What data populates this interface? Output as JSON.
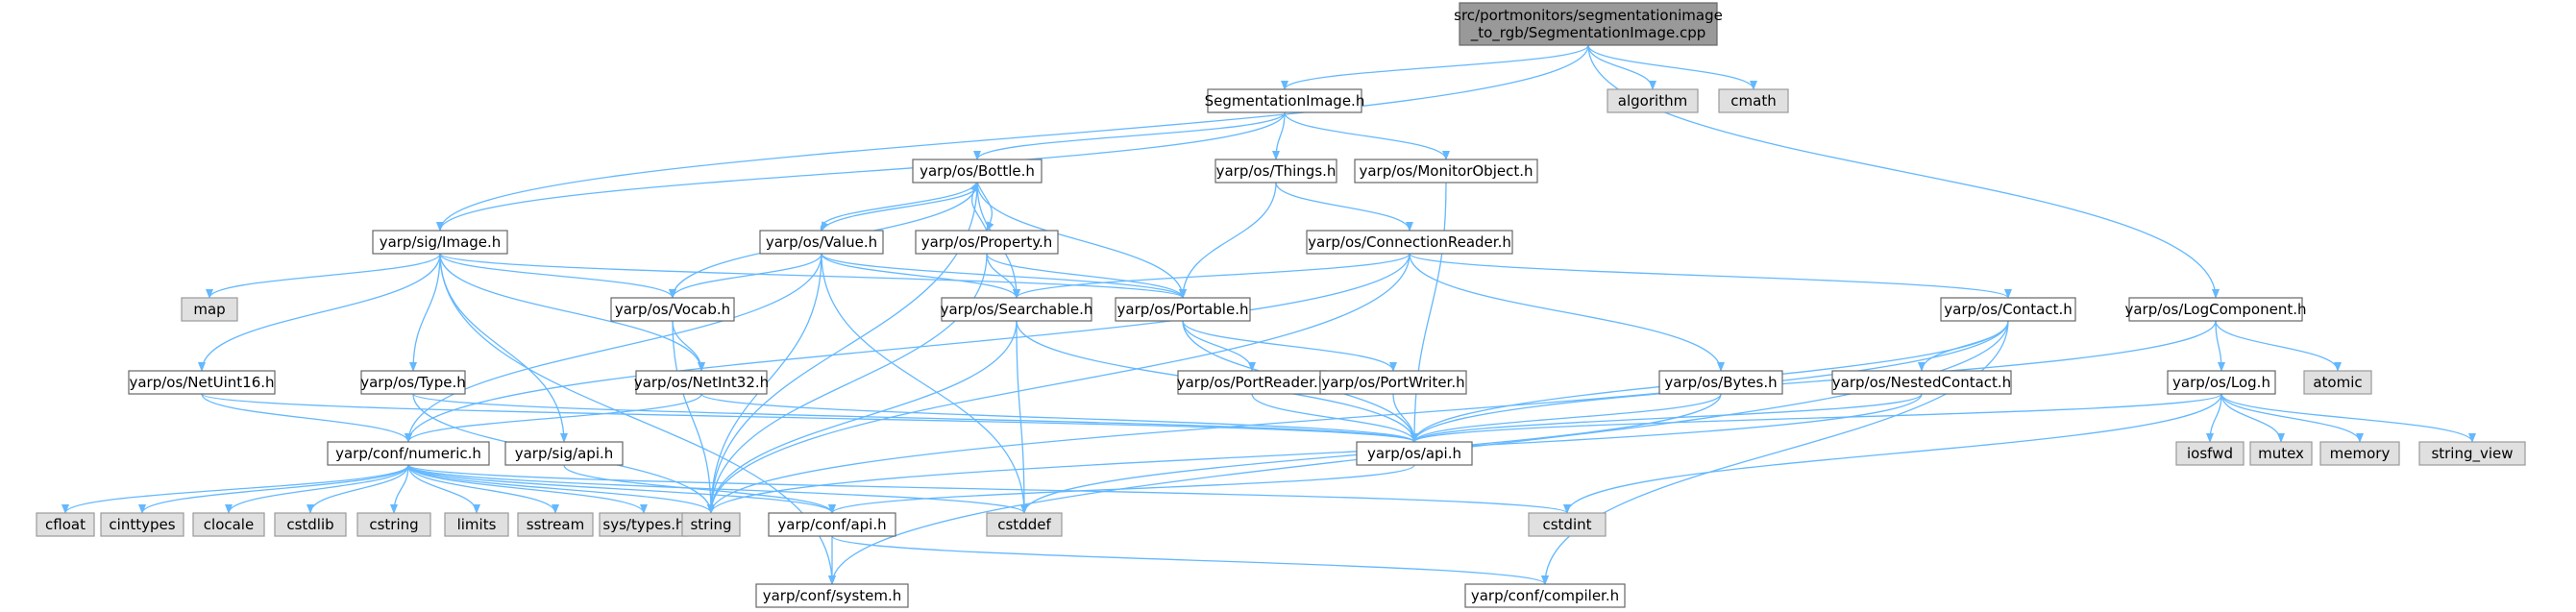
{
  "colors": {
    "edge": "#63B8FF",
    "border": "#666666",
    "root_fill": "#999999",
    "project_fill": "#ffffff",
    "system_fill": "#e0e0e0",
    "system_border": "#999999",
    "text": "#000000"
  },
  "nodes": [
    {
      "id": "root",
      "lines": [
        "src/portmonitors/segmentationimage",
        "_to_rgb/SegmentationImage.cpp"
      ],
      "kind": "root"
    },
    {
      "id": "segimg",
      "lines": [
        "SegmentationImage.h"
      ],
      "kind": "project"
    },
    {
      "id": "algorithm",
      "lines": [
        "algorithm"
      ],
      "kind": "system"
    },
    {
      "id": "cmath",
      "lines": [
        "cmath"
      ],
      "kind": "system"
    },
    {
      "id": "bottle",
      "lines": [
        "yarp/os/Bottle.h"
      ],
      "kind": "project"
    },
    {
      "id": "things",
      "lines": [
        "yarp/os/Things.h"
      ],
      "kind": "project"
    },
    {
      "id": "monitorobject",
      "lines": [
        "yarp/os/MonitorObject.h"
      ],
      "kind": "project"
    },
    {
      "id": "sigimage",
      "lines": [
        "yarp/sig/Image.h"
      ],
      "kind": "project"
    },
    {
      "id": "value",
      "lines": [
        "yarp/os/Value.h"
      ],
      "kind": "project"
    },
    {
      "id": "property",
      "lines": [
        "yarp/os/Property.h"
      ],
      "kind": "project"
    },
    {
      "id": "connreader",
      "lines": [
        "yarp/os/ConnectionReader.h"
      ],
      "kind": "project"
    },
    {
      "id": "map",
      "lines": [
        "map"
      ],
      "kind": "system"
    },
    {
      "id": "vocab",
      "lines": [
        "yarp/os/Vocab.h"
      ],
      "kind": "project"
    },
    {
      "id": "searchable",
      "lines": [
        "yarp/os/Searchable.h"
      ],
      "kind": "project"
    },
    {
      "id": "portable",
      "lines": [
        "yarp/os/Portable.h"
      ],
      "kind": "project"
    },
    {
      "id": "contact",
      "lines": [
        "yarp/os/Contact.h"
      ],
      "kind": "project"
    },
    {
      "id": "logcomponent",
      "lines": [
        "yarp/os/LogComponent.h"
      ],
      "kind": "project"
    },
    {
      "id": "netuint16",
      "lines": [
        "yarp/os/NetUint16.h"
      ],
      "kind": "project"
    },
    {
      "id": "type",
      "lines": [
        "yarp/os/Type.h"
      ],
      "kind": "project"
    },
    {
      "id": "netint32",
      "lines": [
        "yarp/os/NetInt32.h"
      ],
      "kind": "project"
    },
    {
      "id": "portreader",
      "lines": [
        "yarp/os/PortReader.h"
      ],
      "kind": "project"
    },
    {
      "id": "portwriter",
      "lines": [
        "yarp/os/PortWriter.h"
      ],
      "kind": "project"
    },
    {
      "id": "bytes",
      "lines": [
        "yarp/os/Bytes.h"
      ],
      "kind": "project"
    },
    {
      "id": "nestedcontact",
      "lines": [
        "yarp/os/NestedContact.h"
      ],
      "kind": "project"
    },
    {
      "id": "log",
      "lines": [
        "yarp/os/Log.h"
      ],
      "kind": "project"
    },
    {
      "id": "atomic",
      "lines": [
        "atomic"
      ],
      "kind": "system"
    },
    {
      "id": "numeric",
      "lines": [
        "yarp/conf/numeric.h"
      ],
      "kind": "project"
    },
    {
      "id": "sigapi",
      "lines": [
        "yarp/sig/api.h"
      ],
      "kind": "project"
    },
    {
      "id": "osapi",
      "lines": [
        "yarp/os/api.h"
      ],
      "kind": "project"
    },
    {
      "id": "iosfwd",
      "lines": [
        "iosfwd"
      ],
      "kind": "system"
    },
    {
      "id": "mutex",
      "lines": [
        "mutex"
      ],
      "kind": "system"
    },
    {
      "id": "memory",
      "lines": [
        "memory"
      ],
      "kind": "system"
    },
    {
      "id": "string_view",
      "lines": [
        "string_view"
      ],
      "kind": "system"
    },
    {
      "id": "cfloat",
      "lines": [
        "cfloat"
      ],
      "kind": "system"
    },
    {
      "id": "cinttypes",
      "lines": [
        "cinttypes"
      ],
      "kind": "system"
    },
    {
      "id": "clocale",
      "lines": [
        "clocale"
      ],
      "kind": "system"
    },
    {
      "id": "cstdlib",
      "lines": [
        "cstdlib"
      ],
      "kind": "system"
    },
    {
      "id": "cstring",
      "lines": [
        "cstring"
      ],
      "kind": "system"
    },
    {
      "id": "limits",
      "lines": [
        "limits"
      ],
      "kind": "system"
    },
    {
      "id": "sstream",
      "lines": [
        "sstream"
      ],
      "kind": "system"
    },
    {
      "id": "systypes",
      "lines": [
        "sys/types.h"
      ],
      "kind": "system"
    },
    {
      "id": "string",
      "lines": [
        "string"
      ],
      "kind": "system"
    },
    {
      "id": "cstddef",
      "lines": [
        "cstddef"
      ],
      "kind": "system"
    },
    {
      "id": "cstdint",
      "lines": [
        "cstdint"
      ],
      "kind": "system"
    },
    {
      "id": "confapi",
      "lines": [
        "yarp/conf/api.h"
      ],
      "kind": "project"
    },
    {
      "id": "system",
      "lines": [
        "yarp/conf/system.h"
      ],
      "kind": "project"
    },
    {
      "id": "compiler",
      "lines": [
        "yarp/conf/compiler.h"
      ],
      "kind": "project"
    }
  ],
  "edges": [
    [
      "root",
      "segimg"
    ],
    [
      "root",
      "algorithm"
    ],
    [
      "root",
      "cmath"
    ],
    [
      "root",
      "sigimage"
    ],
    [
      "root",
      "logcomponent"
    ],
    [
      "segimg",
      "bottle"
    ],
    [
      "segimg",
      "things"
    ],
    [
      "segimg",
      "monitorobject"
    ],
    [
      "segimg",
      "sigimage"
    ],
    [
      "bottle",
      "value"
    ],
    [
      "bottle",
      "property"
    ],
    [
      "bottle",
      "vocab"
    ],
    [
      "bottle",
      "searchable"
    ],
    [
      "bottle",
      "portable"
    ],
    [
      "bottle",
      "string"
    ],
    [
      "value",
      "bottle"
    ],
    [
      "value",
      "vocab"
    ],
    [
      "value",
      "searchable"
    ],
    [
      "value",
      "portable"
    ],
    [
      "value",
      "numeric"
    ],
    [
      "value",
      "string"
    ],
    [
      "value",
      "cstddef"
    ],
    [
      "property",
      "bottle"
    ],
    [
      "property",
      "searchable"
    ],
    [
      "property",
      "portable"
    ],
    [
      "property",
      "string"
    ],
    [
      "things",
      "connreader"
    ],
    [
      "things",
      "portable"
    ],
    [
      "monitorobject",
      "osapi"
    ],
    [
      "connreader",
      "searchable"
    ],
    [
      "connreader",
      "contact"
    ],
    [
      "connreader",
      "bytes"
    ],
    [
      "connreader",
      "numeric"
    ],
    [
      "connreader",
      "string"
    ],
    [
      "sigimage",
      "map"
    ],
    [
      "sigimage",
      "vocab"
    ],
    [
      "sigimage",
      "portable"
    ],
    [
      "sigimage",
      "type"
    ],
    [
      "sigimage",
      "netint32"
    ],
    [
      "sigimage",
      "netuint16"
    ],
    [
      "sigimage",
      "sigapi"
    ],
    [
      "sigimage",
      "system"
    ],
    [
      "vocab",
      "netint32"
    ],
    [
      "vocab",
      "string"
    ],
    [
      "searchable",
      "osapi"
    ],
    [
      "searchable",
      "string"
    ],
    [
      "searchable",
      "cstddef"
    ],
    [
      "portable",
      "portreader"
    ],
    [
      "portable",
      "portwriter"
    ],
    [
      "portable",
      "osapi"
    ],
    [
      "portreader",
      "osapi"
    ],
    [
      "portwriter",
      "osapi"
    ],
    [
      "contact",
      "nestedcontact"
    ],
    [
      "contact",
      "osapi"
    ],
    [
      "contact",
      "string"
    ],
    [
      "contact",
      "compiler"
    ],
    [
      "contact",
      "system"
    ],
    [
      "bytes",
      "osapi"
    ],
    [
      "bytes",
      "cstddef"
    ],
    [
      "nestedcontact",
      "osapi"
    ],
    [
      "nestedcontact",
      "string"
    ],
    [
      "logcomponent",
      "log"
    ],
    [
      "logcomponent",
      "atomic"
    ],
    [
      "logcomponent",
      "osapi"
    ],
    [
      "log",
      "iosfwd"
    ],
    [
      "log",
      "mutex"
    ],
    [
      "log",
      "memory"
    ],
    [
      "log",
      "string_view"
    ],
    [
      "log",
      "osapi"
    ],
    [
      "log",
      "cstdint"
    ],
    [
      "netuint16",
      "numeric"
    ],
    [
      "netuint16",
      "osapi"
    ],
    [
      "netint32",
      "numeric"
    ],
    [
      "netint32",
      "osapi"
    ],
    [
      "type",
      "osapi"
    ],
    [
      "type",
      "string"
    ],
    [
      "sigapi",
      "confapi"
    ],
    [
      "osapi",
      "confapi"
    ],
    [
      "numeric",
      "cfloat"
    ],
    [
      "numeric",
      "cinttypes"
    ],
    [
      "numeric",
      "clocale"
    ],
    [
      "numeric",
      "cstdlib"
    ],
    [
      "numeric",
      "cstring"
    ],
    [
      "numeric",
      "limits"
    ],
    [
      "numeric",
      "sstream"
    ],
    [
      "numeric",
      "systypes"
    ],
    [
      "numeric",
      "string"
    ],
    [
      "numeric",
      "cstddef"
    ],
    [
      "numeric",
      "cstdint"
    ],
    [
      "numeric",
      "confapi"
    ],
    [
      "confapi",
      "system"
    ],
    [
      "confapi",
      "compiler"
    ]
  ]
}
